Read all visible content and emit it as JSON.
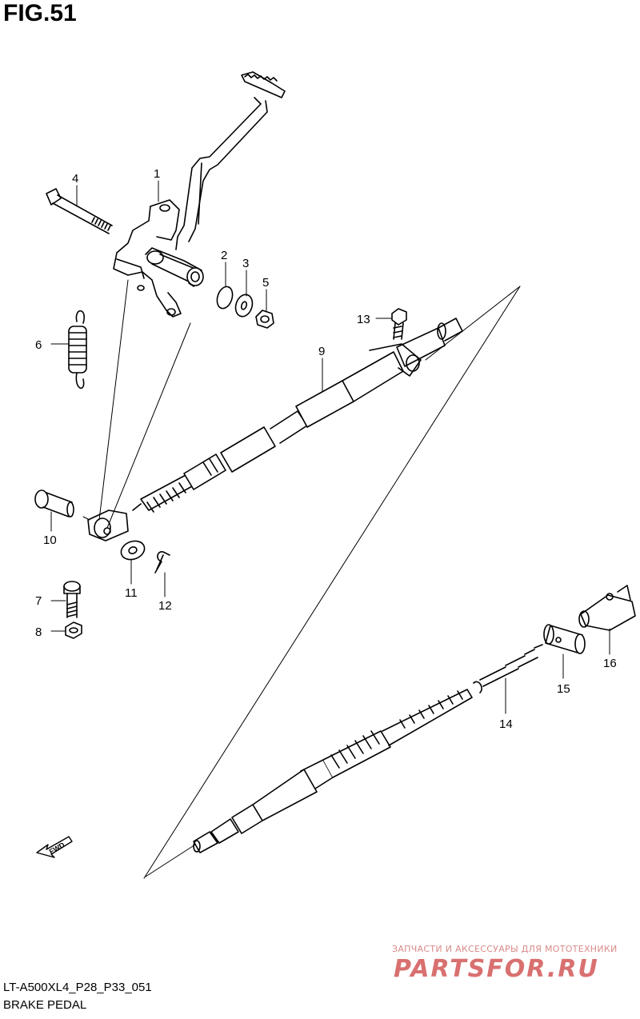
{
  "figure": {
    "title": "FIG.51"
  },
  "callouts": [
    {
      "id": "c1",
      "label": "1"
    },
    {
      "id": "c2",
      "label": "2"
    },
    {
      "id": "c3",
      "label": "3"
    },
    {
      "id": "c4",
      "label": "4"
    },
    {
      "id": "c5",
      "label": "5"
    },
    {
      "id": "c6",
      "label": "6"
    },
    {
      "id": "c7",
      "label": "7"
    },
    {
      "id": "c8",
      "label": "8"
    },
    {
      "id": "c9",
      "label": "9"
    },
    {
      "id": "c10",
      "label": "10"
    },
    {
      "id": "c11",
      "label": "11"
    },
    {
      "id": "c12",
      "label": "12"
    },
    {
      "id": "c13",
      "label": "13"
    },
    {
      "id": "c14",
      "label": "14"
    },
    {
      "id": "c15",
      "label": "15"
    },
    {
      "id": "c16",
      "label": "16"
    }
  ],
  "fwd_label": "FWD",
  "footer": {
    "code": "LT-A500XL4_P28_P33_051",
    "name": "BRAKE PEDAL"
  },
  "watermark": {
    "tagline": "ЗАПЧАСТИ И АКСЕССУАРЫ ДЛЯ МОТОТЕХНИКИ",
    "logo": "PARTSFOR.RU"
  }
}
